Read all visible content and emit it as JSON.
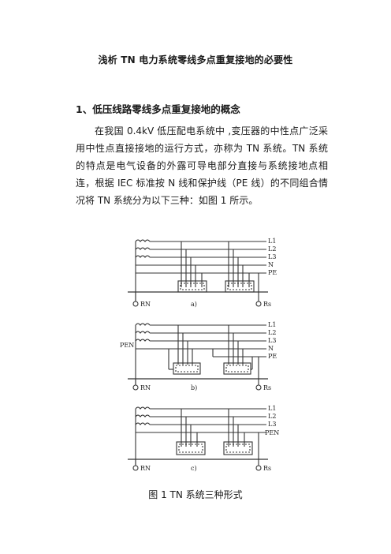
{
  "document": {
    "title": "浅析 TN 电力系统零线多点重复接地的必要性",
    "section_heading": "1、低压线路零线多点重复接地的概念",
    "paragraph": "在我国 0.4kV 低压配电系统中 ,变压器的中性点广泛采用中性点直接接地的运行方式，亦称为 TN 系统。TN 系统的特点是电气设备的外露可导电部分直接与系统接地点相连，根据 IEC 标准按 N 线和保护线（PE 线）的不同组合情况将 TN 系统分为以下三种：如图 1 所示。",
    "figure_caption": "图 1 TN 系统三种形式"
  },
  "figure": {
    "panel_a": {
      "lines": [
        "L1",
        "L2",
        "L3",
        "N",
        "PE"
      ],
      "ground_left": "RN",
      "ground_right": "Rs",
      "label": "a)"
    },
    "panel_b": {
      "lines": [
        "L1",
        "L2",
        "L3",
        "N",
        "PE"
      ],
      "pen_label": "PEN",
      "ground_left": "RN",
      "ground_right": "Rs",
      "label": "b)"
    },
    "panel_c": {
      "lines": [
        "L1",
        "L2",
        "L3",
        "PEN"
      ],
      "ground_left": "RN",
      "ground_right": "Rs",
      "label": "c)"
    }
  }
}
